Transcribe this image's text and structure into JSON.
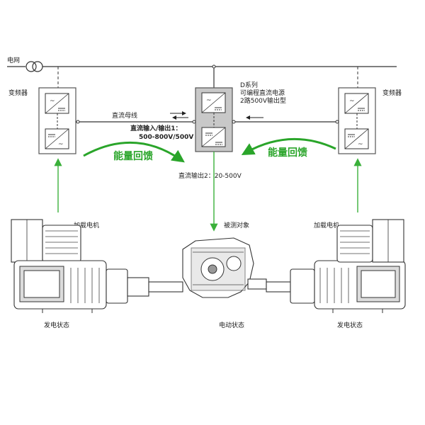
{
  "labels": {
    "grid": "电网",
    "inverter_left": "变频器",
    "inverter_right": "变频器",
    "dc_bus": "直流母线",
    "d_series_line1": "D系列",
    "d_series_line2": "可编程直流电源",
    "d_series_line3": "2路500V输出型",
    "dc_io1_line1": "直流输入/输出1：",
    "dc_io1_line2": "500-800V/500V",
    "dc_out2": "直流输出2：20-500V",
    "energy_feedback_left": "能量回馈",
    "energy_feedback_right": "能量回馈",
    "load_motor_left": "加载电机",
    "load_motor_right": "加载电机",
    "dut": "被测对象",
    "state_left": "发电状态",
    "state_center": "电动状态",
    "state_right": "发电状态"
  },
  "colors": {
    "feedback_green": "#2aa52a",
    "signal_green": "#3ab03a",
    "dc_source_gray": "#c8c8c8",
    "line": "#333333"
  }
}
